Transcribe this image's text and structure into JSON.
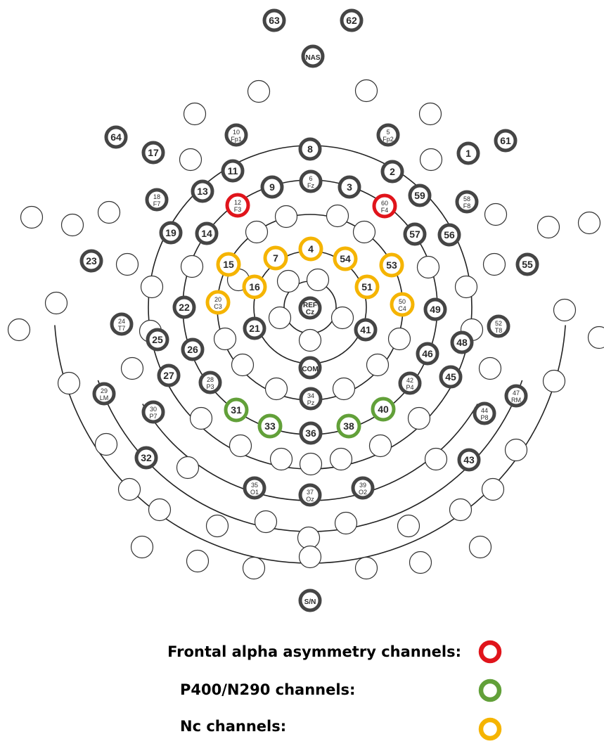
{
  "colors": {
    "default": "#454545",
    "frontal_alpha": "#e0141b",
    "p400_n290": "#62a039",
    "nc": "#f5b400"
  },
  "electrodes": [
    {
      "id": "63",
      "lines": [
        "63"
      ],
      "group": "default"
    },
    {
      "id": "62",
      "lines": [
        "62"
      ],
      "group": "default"
    },
    {
      "id": "NAS",
      "lines": [
        "NAS"
      ],
      "group": "default"
    },
    {
      "id": "64",
      "lines": [
        "64"
      ],
      "group": "default"
    },
    {
      "id": "61",
      "lines": [
        "61"
      ],
      "group": "default"
    },
    {
      "id": "10",
      "lines": [
        "10",
        "Fp1"
      ],
      "group": "default"
    },
    {
      "id": "5",
      "lines": [
        "5",
        "Fp2"
      ],
      "group": "default"
    },
    {
      "id": "17",
      "lines": [
        "17"
      ],
      "group": "default"
    },
    {
      "id": "1",
      "lines": [
        "1"
      ],
      "group": "default"
    },
    {
      "id": "8",
      "lines": [
        "8"
      ],
      "group": "default"
    },
    {
      "id": "11",
      "lines": [
        "11"
      ],
      "group": "default"
    },
    {
      "id": "2",
      "lines": [
        "2"
      ],
      "group": "default"
    },
    {
      "id": "9",
      "lines": [
        "9"
      ],
      "group": "default"
    },
    {
      "id": "6",
      "lines": [
        "6",
        "Fz"
      ],
      "group": "default"
    },
    {
      "id": "3",
      "lines": [
        "3"
      ],
      "group": "default"
    },
    {
      "id": "13",
      "lines": [
        "13"
      ],
      "group": "default"
    },
    {
      "id": "59",
      "lines": [
        "59"
      ],
      "group": "default"
    },
    {
      "id": "18",
      "lines": [
        "18",
        "F7"
      ],
      "group": "default"
    },
    {
      "id": "58",
      "lines": [
        "58",
        "F8"
      ],
      "group": "default"
    },
    {
      "id": "12",
      "lines": [
        "12",
        "F3"
      ],
      "group": "frontal_alpha"
    },
    {
      "id": "60",
      "lines": [
        "60",
        "F4"
      ],
      "group": "frontal_alpha"
    },
    {
      "id": "19",
      "lines": [
        "19"
      ],
      "group": "default"
    },
    {
      "id": "14",
      "lines": [
        "14"
      ],
      "group": "default"
    },
    {
      "id": "57",
      "lines": [
        "57"
      ],
      "group": "default"
    },
    {
      "id": "56",
      "lines": [
        "56"
      ],
      "group": "default"
    },
    {
      "id": "4",
      "lines": [
        "4"
      ],
      "group": "nc"
    },
    {
      "id": "7",
      "lines": [
        "7"
      ],
      "group": "nc"
    },
    {
      "id": "54",
      "lines": [
        "54"
      ],
      "group": "nc"
    },
    {
      "id": "15",
      "lines": [
        "15"
      ],
      "group": "nc"
    },
    {
      "id": "53",
      "lines": [
        "53"
      ],
      "group": "nc"
    },
    {
      "id": "16",
      "lines": [
        "16"
      ],
      "group": "nc"
    },
    {
      "id": "51",
      "lines": [
        "51"
      ],
      "group": "nc"
    },
    {
      "id": "20",
      "lines": [
        "20",
        "C3"
      ],
      "group": "nc"
    },
    {
      "id": "50",
      "lines": [
        "50",
        "C4"
      ],
      "group": "nc"
    },
    {
      "id": "23",
      "lines": [
        "23"
      ],
      "group": "default"
    },
    {
      "id": "55",
      "lines": [
        "55"
      ],
      "group": "default"
    },
    {
      "id": "22",
      "lines": [
        "22"
      ],
      "group": "default"
    },
    {
      "id": "REF",
      "lines": [
        "REF",
        "Cz"
      ],
      "group": "default"
    },
    {
      "id": "49",
      "lines": [
        "49"
      ],
      "group": "default"
    },
    {
      "id": "24",
      "lines": [
        "24",
        "T7"
      ],
      "group": "default"
    },
    {
      "id": "52",
      "lines": [
        "52",
        "T8"
      ],
      "group": "default"
    },
    {
      "id": "21",
      "lines": [
        "21"
      ],
      "group": "default"
    },
    {
      "id": "41",
      "lines": [
        "41"
      ],
      "group": "default"
    },
    {
      "id": "25",
      "lines": [
        "25"
      ],
      "group": "default"
    },
    {
      "id": "48",
      "lines": [
        "48"
      ],
      "group": "default"
    },
    {
      "id": "26",
      "lines": [
        "26"
      ],
      "group": "default"
    },
    {
      "id": "46",
      "lines": [
        "46"
      ],
      "group": "default"
    },
    {
      "id": "COM",
      "lines": [
        "COM"
      ],
      "group": "default"
    },
    {
      "id": "27",
      "lines": [
        "27"
      ],
      "group": "default"
    },
    {
      "id": "45",
      "lines": [
        "45"
      ],
      "group": "default"
    },
    {
      "id": "28",
      "lines": [
        "28",
        "P3"
      ],
      "group": "default"
    },
    {
      "id": "42",
      "lines": [
        "42",
        "P4"
      ],
      "group": "default"
    },
    {
      "id": "29",
      "lines": [
        "29",
        "LM"
      ],
      "group": "default"
    },
    {
      "id": "47",
      "lines": [
        "47",
        "RM"
      ],
      "group": "default"
    },
    {
      "id": "34",
      "lines": [
        "34",
        "Pz"
      ],
      "group": "default"
    },
    {
      "id": "31",
      "lines": [
        "31"
      ],
      "group": "p400_n290"
    },
    {
      "id": "40",
      "lines": [
        "40"
      ],
      "group": "p400_n290"
    },
    {
      "id": "30",
      "lines": [
        "30",
        "P7"
      ],
      "group": "default"
    },
    {
      "id": "44",
      "lines": [
        "44",
        "P8"
      ],
      "group": "default"
    },
    {
      "id": "33",
      "lines": [
        "33"
      ],
      "group": "p400_n290"
    },
    {
      "id": "36",
      "lines": [
        "36"
      ],
      "group": "default"
    },
    {
      "id": "38",
      "lines": [
        "38"
      ],
      "group": "p400_n290"
    },
    {
      "id": "32",
      "lines": [
        "32"
      ],
      "group": "default"
    },
    {
      "id": "43",
      "lines": [
        "43"
      ],
      "group": "default"
    },
    {
      "id": "35",
      "lines": [
        "35",
        "O1"
      ],
      "group": "default"
    },
    {
      "id": "37",
      "lines": [
        "37",
        "Oz"
      ],
      "group": "default"
    },
    {
      "id": "39",
      "lines": [
        "39",
        "O2"
      ],
      "group": "default"
    },
    {
      "id": "SN",
      "lines": [
        "S/N"
      ],
      "group": "default"
    }
  ],
  "legend": {
    "frontal_alpha": "Frontal alpha asymmetry channels:",
    "p400_n290": "P400/N290 channels:",
    "nc": "Nc channels:"
  }
}
